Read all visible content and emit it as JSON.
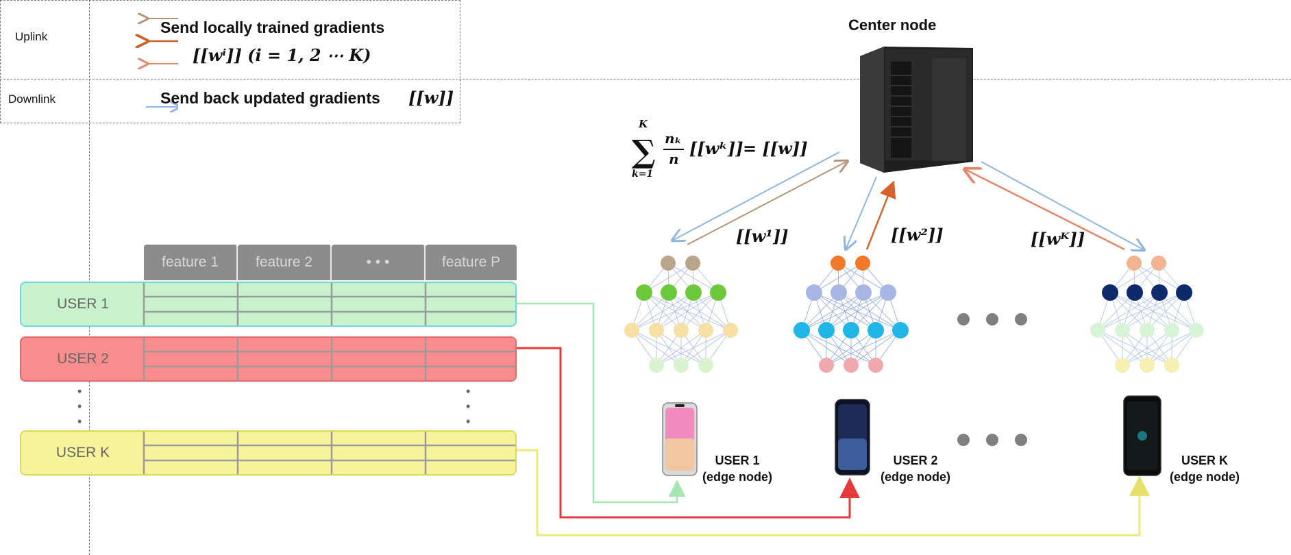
{
  "legend": {
    "uplink_label": "Uplink",
    "downlink_label": "Downlink",
    "uplink_text": "Send locally trained gradients",
    "uplink_math": "[[wⁱ]] (i = 1, 2 ⋯ K)",
    "downlink_text": "Send back updated gradients",
    "downlink_math": "[[w]]",
    "uplink_arrow_colors": [
      "#b5957a",
      "#c8622b",
      "#e0876a"
    ],
    "downlink_arrow_color": "#8fb6df"
  },
  "table": {
    "headers": [
      "feature 1",
      "feature 2",
      "• • •",
      "feature P"
    ],
    "rows": [
      {
        "name": "USER 1",
        "color": "#c8f2cc",
        "border": "#6fd6e0"
      },
      {
        "name": "USER 2",
        "color": "#f98d8d",
        "border": "#f06f6f"
      },
      {
        "name": "USER K",
        "color": "#f7f39a",
        "border": "#e0dc60"
      }
    ],
    "vdots": "•"
  },
  "center": {
    "label": "Center node",
    "formula_lhs": "Σ (nₖ / n) [[wᵏ]]",
    "formula_sum_top": "K",
    "formula_sum_bottom": "k=1",
    "formula_frac_num": "nₖ",
    "formula_frac_den": "n",
    "formula_w": "[[wᵏ]]",
    "formula_rhs": "= [[w]]"
  },
  "models": [
    {
      "label": "[[w¹]]"
    },
    {
      "label": "[[w²]]"
    },
    {
      "label": "[[wᴷ]]"
    }
  ],
  "edge_nodes": [
    {
      "name": "USER 1",
      "role": "(edge node)"
    },
    {
      "name": "USER 2",
      "role": "(edge node)"
    },
    {
      "name": "USER K",
      "role": "(edge node)"
    }
  ],
  "colors": {
    "uplink": "#c8622b",
    "downlink": "#8fb6df",
    "user1_line": "#a6e6b3",
    "user2_line": "#e33b3b",
    "userk_line": "#eeea7a"
  }
}
